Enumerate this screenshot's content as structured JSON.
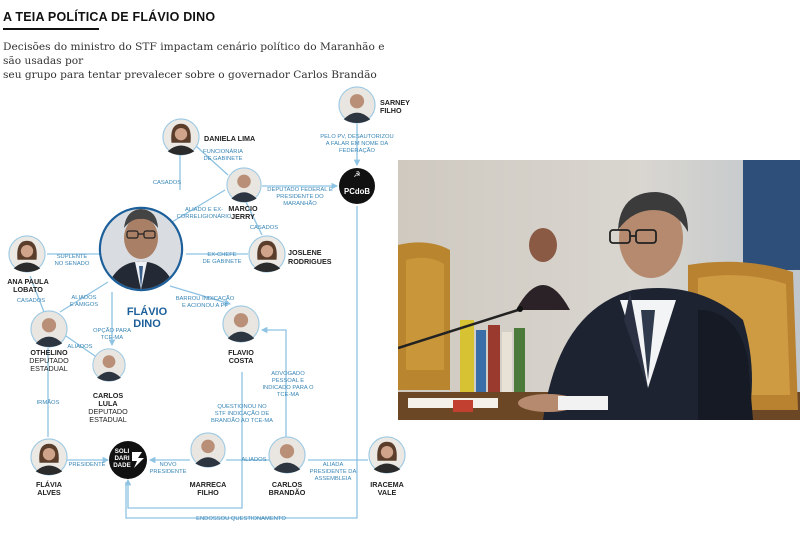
{
  "title": "A TEIA POLÍTICA DE FLÁVIO DINO",
  "subtitle_line1": "Decisões do ministro do STF impactam cenário político do Maranhão e são usadas por",
  "subtitle_line2": "seu grupo para tentar prevalecer sobre o governador Carlos Brandão",
  "colors": {
    "line": "#8ec3e3",
    "text_rel": "#3a86b6",
    "accent": "#1c5f9a",
    "node_dark": "#111111"
  },
  "people": {
    "flavio_dino": {
      "name1": "FLÁVIO",
      "name2": "DINO"
    },
    "daniela_lima": {
      "name": "DANIELA LIMA"
    },
    "marcio_jerry": {
      "name1": "MARCIO",
      "name2": "JERRY"
    },
    "joslene_rodrigues": {
      "name1": "JOSLENE",
      "name2": "RODRIGUES"
    },
    "sarney_filho": {
      "name1": "SARNEY",
      "name2": "FILHO"
    },
    "ana_paula_lobato": {
      "name1": "ANA PAULA",
      "name2": "LOBATO"
    },
    "othelino": {
      "name": "OTHELINO",
      "role1": "DEPUTADO",
      "role2": "ESTADUAL"
    },
    "carlos_lula": {
      "name1": "CARLOS",
      "name2": "LULA",
      "role1": "DEPUTADO",
      "role2": "ESTADUAL"
    },
    "flavio_costa": {
      "name1": "FLAVIO",
      "name2": "COSTA"
    },
    "flavia_alves": {
      "name1": "FLÁVIA",
      "name2": "ALVES"
    },
    "marreca_filho": {
      "name1": "MARRECA",
      "name2": "FILHO"
    },
    "carlos_brandao": {
      "name1": "CARLOS",
      "name2": "BRANDÃO"
    },
    "iracema_vale": {
      "name1": "IRACEMA",
      "name2": "VALE"
    }
  },
  "parties": {
    "pcdob": "PCdoB",
    "solidariedade_1": "SOLI",
    "solidariedade_2": "DARI",
    "solidariedade_3": "DADE"
  },
  "relations": {
    "funcionaria1": "FUNCIONÁRIA",
    "funcionaria2": "DE GABINETE",
    "casados_dl": "CASADOS",
    "aliado1": "ALIADO E EX-",
    "aliado2": "CORRELIGIONÁRIO",
    "dep_fed1": "DEPUTADO FEDERAL E",
    "dep_fed2": "PRESIDENTE DO",
    "dep_fed3": "MARANHÃO",
    "casados_mj": "CASADOS",
    "pelo_pv1": "PELO PV, DESAUTORIZOU",
    "pelo_pv2": "A FALAR EM NOME DA",
    "pelo_pv3": "FEDERAÇÃO",
    "exchefe1": "EX-CHEFE",
    "exchefe2": "DE GABINETE",
    "suplente1": "SUPLENTE",
    "suplente2": "NO SENADO",
    "casados_ap": "CASADOS",
    "aliados_amigos1": "ALIADOS",
    "aliados_amigos2": "E AMIGOS",
    "opcao1": "OPÇÃO PARA",
    "opcao2": "TCE-MA",
    "aliados_oc": "ALIADOS",
    "barrou1": "BARROU INDICAÇÃO",
    "barrou2": "E ACIONOU A PF",
    "irmaos": "IRMÃOS",
    "advogado1": "ADVOGADO",
    "advogado2": "PESSOAL E",
    "advogado3": "INDICADO PARA O",
    "advogado4": "TCE-MA",
    "questionou1": "QUESTIONOU NO",
    "questionou2": "STF INDICAÇÃO DE",
    "questionou3": "BRANDÃO AO TCE-MA",
    "presidente": "PRESIDENTE",
    "novo1": "NOVO",
    "novo2": "PRESIDENTE",
    "aliados_mb": "ALIADOS",
    "aliada1": "ALIADA",
    "aliada2": "PRESIDENTE DA",
    "aliada3": "ASSEMBLEIA",
    "endossou": "ENDOSSOU QUESTIONAMENTO"
  }
}
